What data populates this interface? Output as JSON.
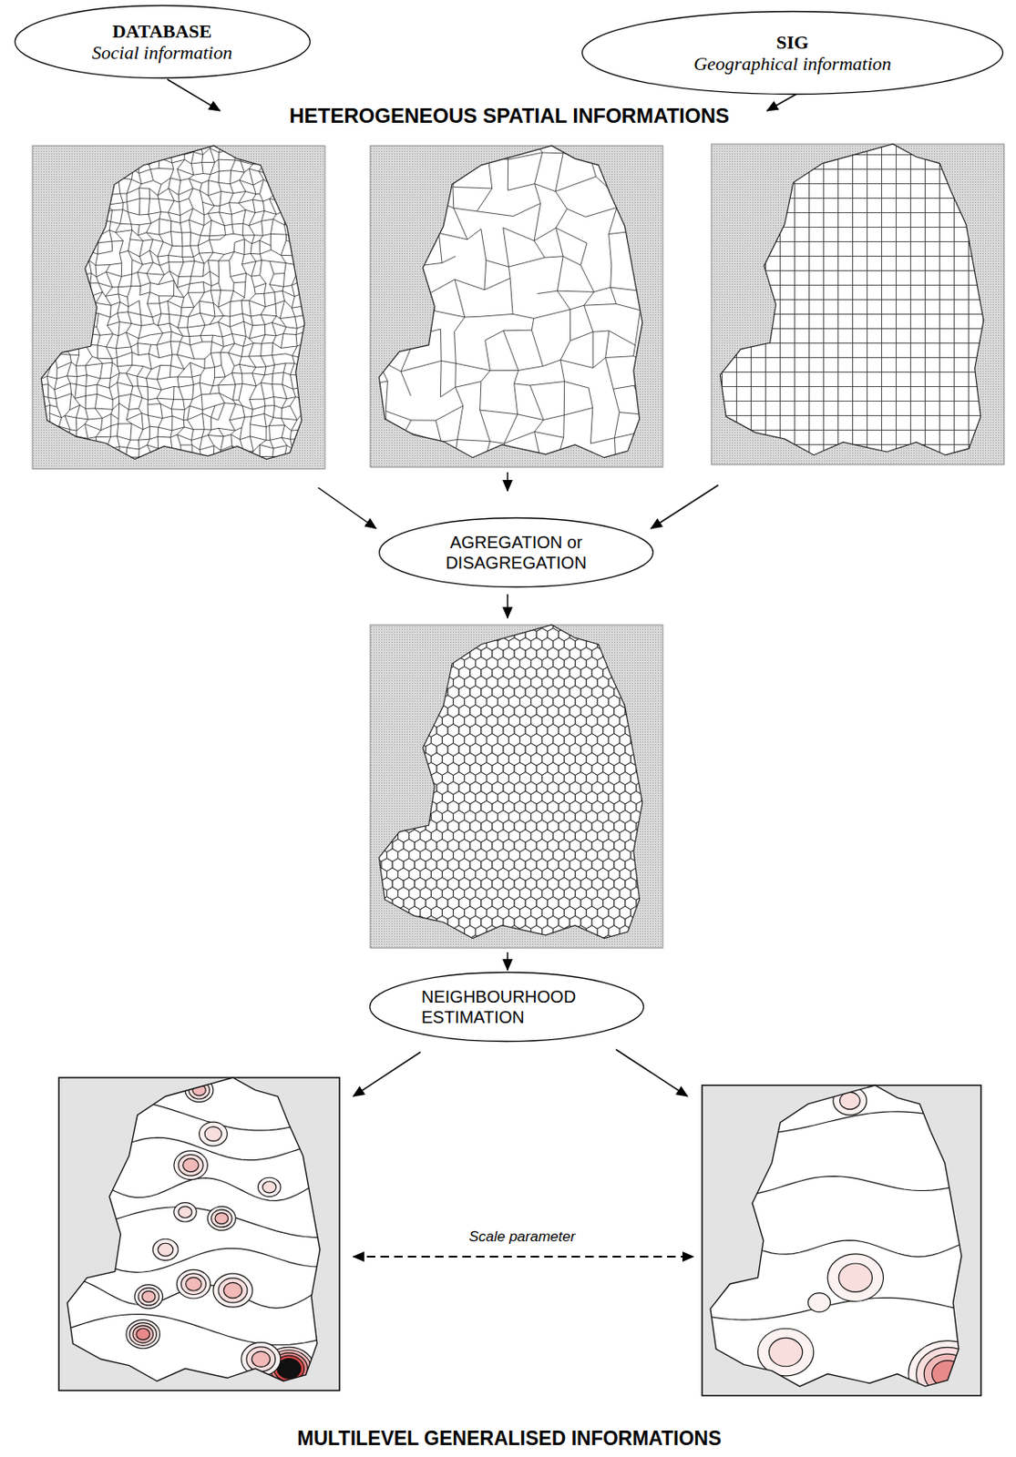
{
  "diagram": {
    "nodes": [
      {
        "text": [
          "DATABASE",
          "Social information"
        ]
      },
      {
        "text": [
          "SIG",
          "Geographical information"
        ]
      },
      {
        "text": [
          "AGREGATION or DISAGREGATION"
        ]
      },
      {
        "text": [
          "NEIGHBOURHOOD ESTIMATION"
        ]
      }
    ],
    "labels": [
      "HETEROGENEOUS SPATIAL INFORMATIONS",
      "Scale parameter",
      "MULTILEVEL GENERALISED INFORMATIONS"
    ]
  }
}
